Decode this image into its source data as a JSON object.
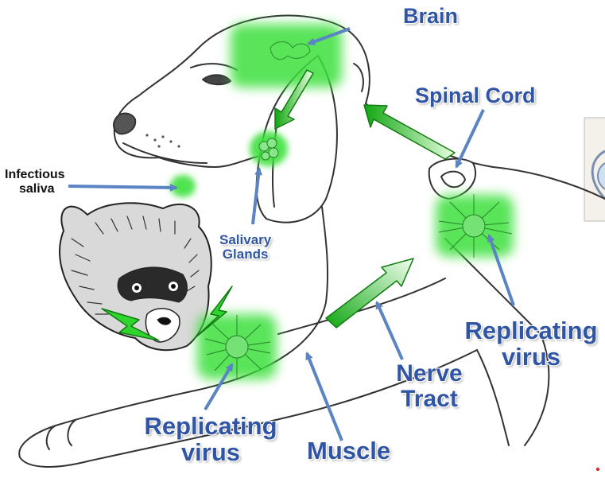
{
  "labels": {
    "brain": "Brain",
    "spinal_cord": "Spinal Cord",
    "infectious_saliva_line1": "Infectious",
    "infectious_saliva_line2": "saliva",
    "salivary_glands_line1": "Salivary",
    "salivary_glands_line2": "Glands",
    "replicating_virus_left_line1": "Replicating",
    "replicating_virus_left_line2": "virus",
    "replicating_virus_right_line1": "Replicating",
    "replicating_virus_right_line2": "virus",
    "nerve_tract_line1": "Nerve",
    "nerve_tract_line2": "Tract",
    "muscle": "Muscle"
  },
  "colors": {
    "label_blue": "#2f55a4",
    "infection_green": "#3ee03e",
    "arrow_green_dark": "#17b417",
    "arrow_green_light": "#e8ffe0",
    "pointer_blue": "#5b85c2"
  }
}
